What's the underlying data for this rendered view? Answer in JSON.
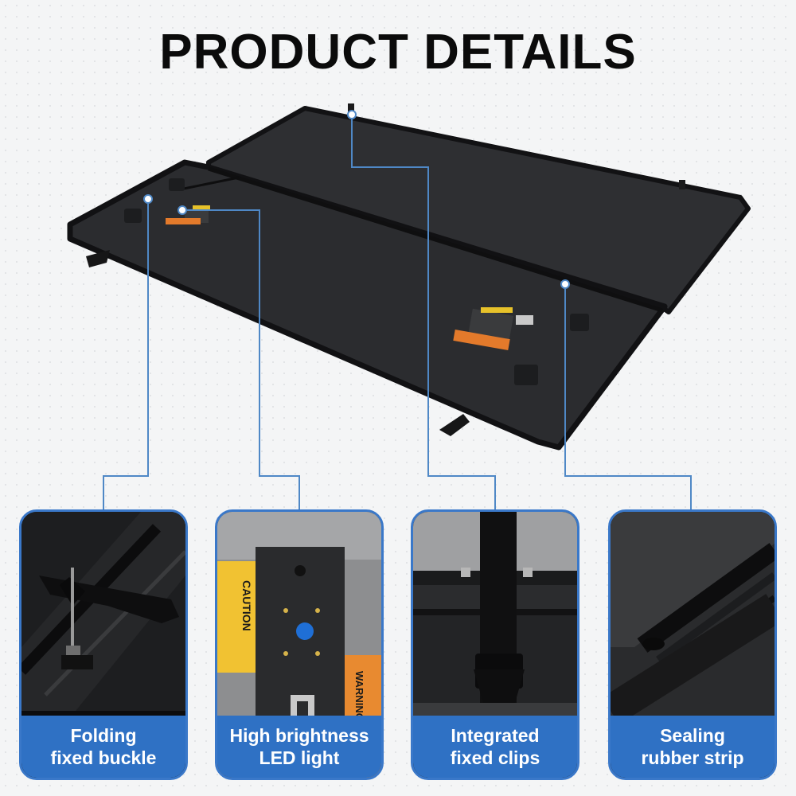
{
  "header": {
    "title": "PRODUCT DETAILS"
  },
  "colors": {
    "accent": "#2f71c4",
    "callout_line": "#4f88c6",
    "cover": "#2c2d30"
  },
  "cards": [
    {
      "label": "Folding\nfixed buckle",
      "icon": "folding-buckle"
    },
    {
      "label": "High brightness\nLED light",
      "icon": "led-light"
    },
    {
      "label": "Integrated\nfixed clips",
      "icon": "fixed-clip-strap"
    },
    {
      "label": "Sealing\nrubber strip",
      "icon": "rubber-strip"
    }
  ],
  "led_module": {
    "caution_text": "CAUTION",
    "warning_text": "WARNING"
  }
}
